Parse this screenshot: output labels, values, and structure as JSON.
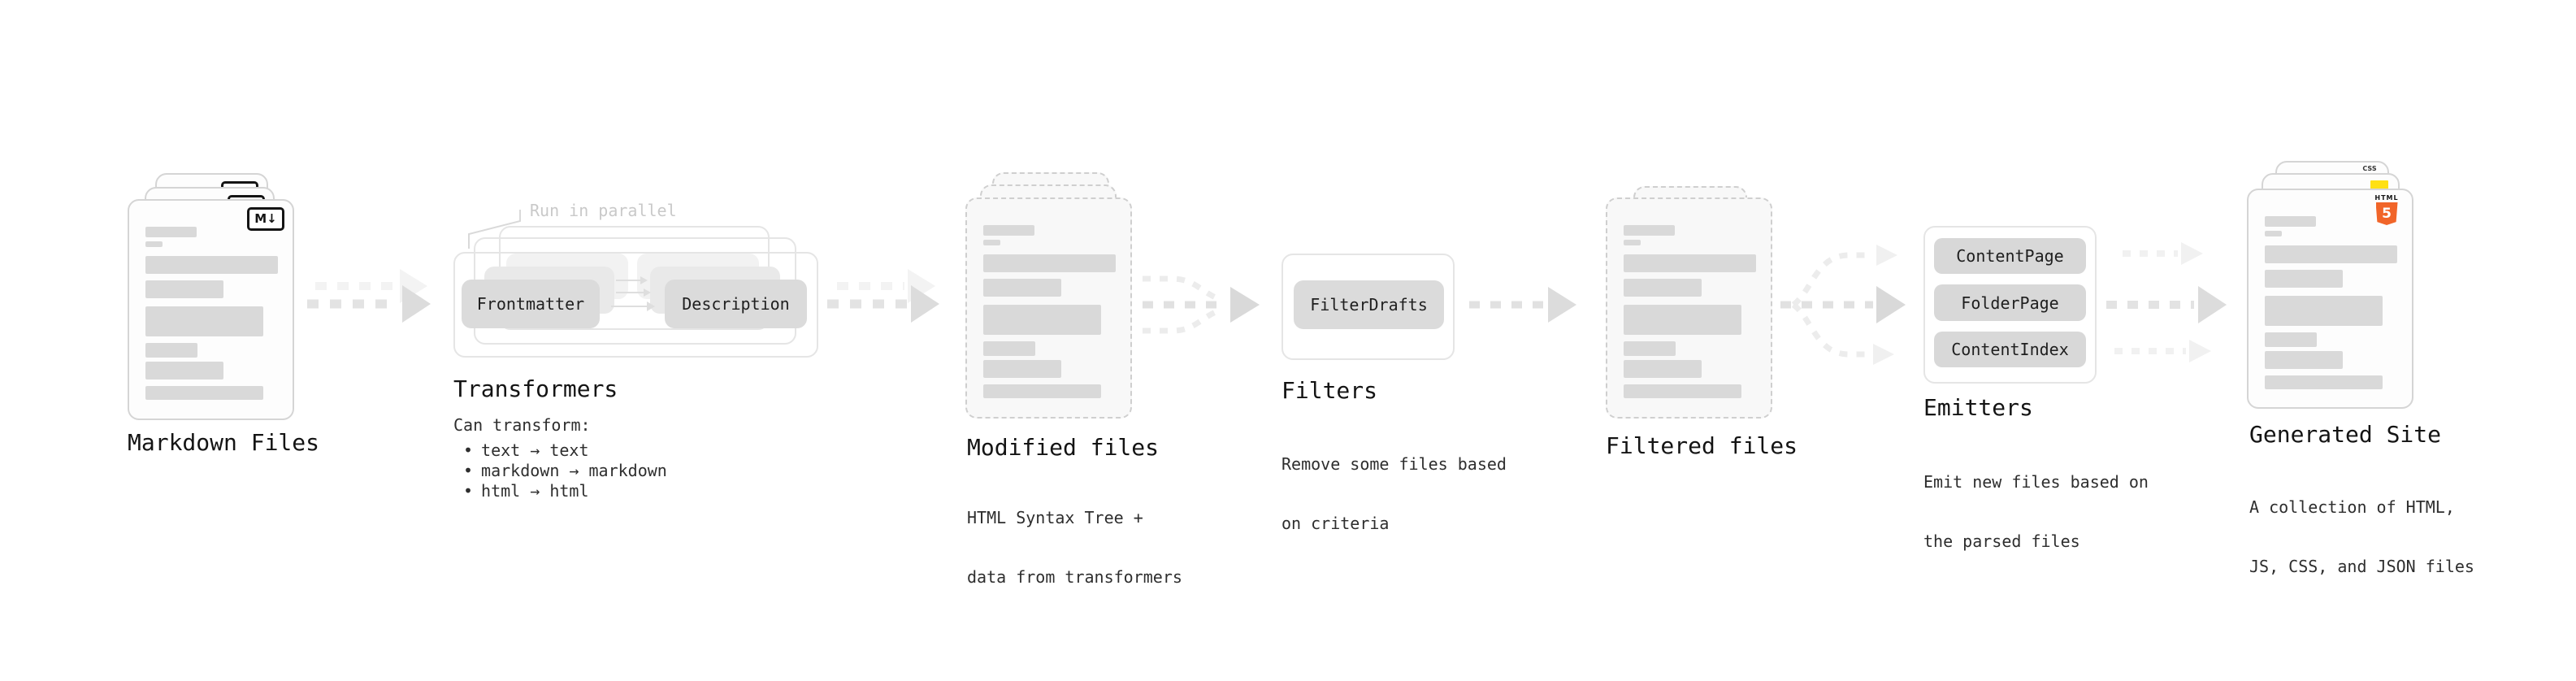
{
  "diagram": {
    "glyphs": {
      "bullet": "•",
      "markdown_icon": "M↓",
      "html5_icon_label": "HTML",
      "html5_icon_number": "5",
      "css_icon_label": "CSS"
    },
    "colors": {
      "html5_orange": "#f16529",
      "js_yellow": "#ffe014",
      "css_blue": "#2f6fed",
      "card_border": "#d5d5d5",
      "pill_gray": "#dbdbdb",
      "arrow_gray": "#dcdcdc"
    },
    "stages": {
      "markdown_files": {
        "title": "Markdown Files"
      },
      "transformers": {
        "title": "Transformers",
        "annotation": "Run in parallel",
        "button_frontmatter": "Frontmatter",
        "button_description": "Description",
        "note_heading": "Can transform:",
        "bullets": [
          "text → text",
          "markdown → markdown",
          "html → html"
        ]
      },
      "modified_files": {
        "title": "Modified files",
        "subtitle": [
          "HTML Syntax Tree +",
          "data from transformers"
        ]
      },
      "filters": {
        "title": "Filters",
        "button_filterdrafts": "FilterDrafts",
        "subtitle": [
          "Remove some files based",
          "on criteria"
        ]
      },
      "filtered_files": {
        "title": "Filtered files"
      },
      "emitters": {
        "title": "Emitters",
        "buttons": [
          "ContentPage",
          "FolderPage",
          "ContentIndex"
        ],
        "subtitle": [
          "Emit new files based on",
          "the parsed files"
        ]
      },
      "generated_site": {
        "title": "Generated Site",
        "subtitle": [
          "A collection of HTML,",
          "JS, CSS, and JSON files"
        ]
      }
    }
  }
}
